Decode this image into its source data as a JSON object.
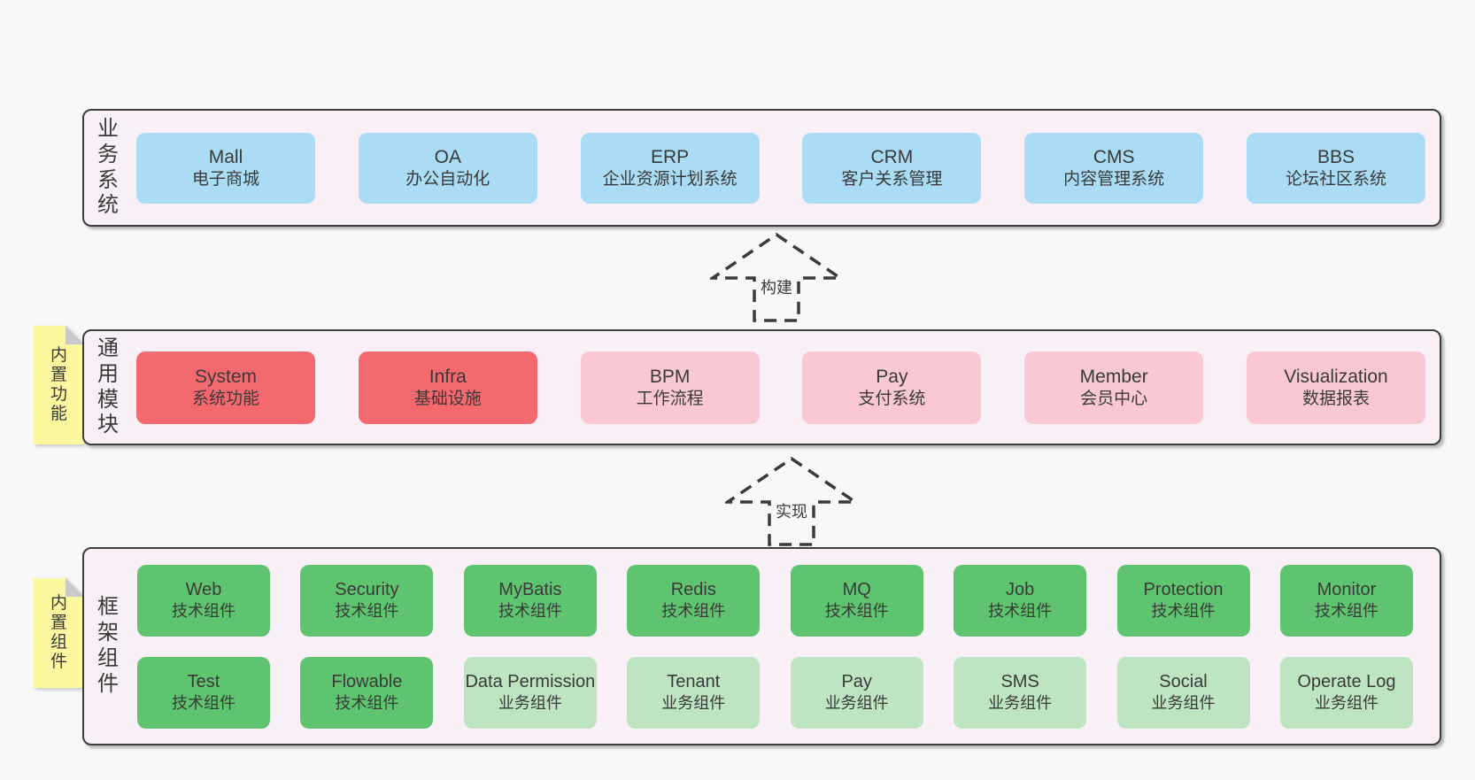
{
  "colors": {
    "page_bg": "#f8f8f8",
    "panel_bg": "#f9eff7",
    "panel_border": "#3d3d3d",
    "blue": "#aadcf5",
    "red": "#f4696e",
    "pink": "#f9c8d3",
    "green": "#5fc46f",
    "green_light": "#bde5c1",
    "note_yellow": "#fbf8a0",
    "note_fold": "#c9c9cb",
    "text": "#3a3a3a"
  },
  "layers": [
    {
      "side_label": "业务系统",
      "rows": [
        [
          {
            "title": "Mall",
            "subtitle": "电子商城",
            "variant": "blue"
          },
          {
            "title": "OA",
            "subtitle": "办公自动化",
            "variant": "blue"
          },
          {
            "title": "ERP",
            "subtitle": "企业资源计划系统",
            "variant": "blue"
          },
          {
            "title": "CRM",
            "subtitle": "客户关系管理",
            "variant": "blue"
          },
          {
            "title": "CMS",
            "subtitle": "内容管理系统",
            "variant": "blue"
          },
          {
            "title": "BBS",
            "subtitle": "论坛社区系统",
            "variant": "blue"
          }
        ]
      ]
    },
    {
      "side_label": "通用模块",
      "note": "内置功能",
      "rows": [
        [
          {
            "title": "System",
            "subtitle": "系统功能",
            "variant": "red"
          },
          {
            "title": "Infra",
            "subtitle": "基础设施",
            "variant": "red"
          },
          {
            "title": "BPM",
            "subtitle": "工作流程",
            "variant": "pink"
          },
          {
            "title": "Pay",
            "subtitle": "支付系统",
            "variant": "pink"
          },
          {
            "title": "Member",
            "subtitle": "会员中心",
            "variant": "pink"
          },
          {
            "title": "Visualization",
            "subtitle": "数据报表",
            "variant": "pink"
          }
        ]
      ]
    },
    {
      "side_label": "框架组件",
      "note": "内置组件",
      "rows": [
        [
          {
            "title": "Web",
            "subtitle": "技术组件",
            "variant": "green"
          },
          {
            "title": "Security",
            "subtitle": "技术组件",
            "variant": "green"
          },
          {
            "title": "MyBatis",
            "subtitle": "技术组件",
            "variant": "green"
          },
          {
            "title": "Redis",
            "subtitle": "技术组件",
            "variant": "green"
          },
          {
            "title": "MQ",
            "subtitle": "技术组件",
            "variant": "green"
          },
          {
            "title": "Job",
            "subtitle": "技术组件",
            "variant": "green"
          },
          {
            "title": "Protection",
            "subtitle": "技术组件",
            "variant": "green"
          },
          {
            "title": "Monitor",
            "subtitle": "技术组件",
            "variant": "green"
          }
        ],
        [
          {
            "title": "Test",
            "subtitle": "技术组件",
            "variant": "green"
          },
          {
            "title": "Flowable",
            "subtitle": "技术组件",
            "variant": "green"
          },
          {
            "title": "Data Permission",
            "subtitle": "业务组件",
            "variant": "green-light"
          },
          {
            "title": "Tenant",
            "subtitle": "业务组件",
            "variant": "green-light"
          },
          {
            "title": "Pay",
            "subtitle": "业务组件",
            "variant": "green-light"
          },
          {
            "title": "SMS",
            "subtitle": "业务组件",
            "variant": "green-light"
          },
          {
            "title": "Social",
            "subtitle": "业务组件",
            "variant": "green-light"
          },
          {
            "title": "Operate Log",
            "subtitle": "业务组件",
            "variant": "green-light"
          }
        ]
      ]
    }
  ],
  "arrows": [
    {
      "label": "构建"
    },
    {
      "label": "实现"
    }
  ]
}
